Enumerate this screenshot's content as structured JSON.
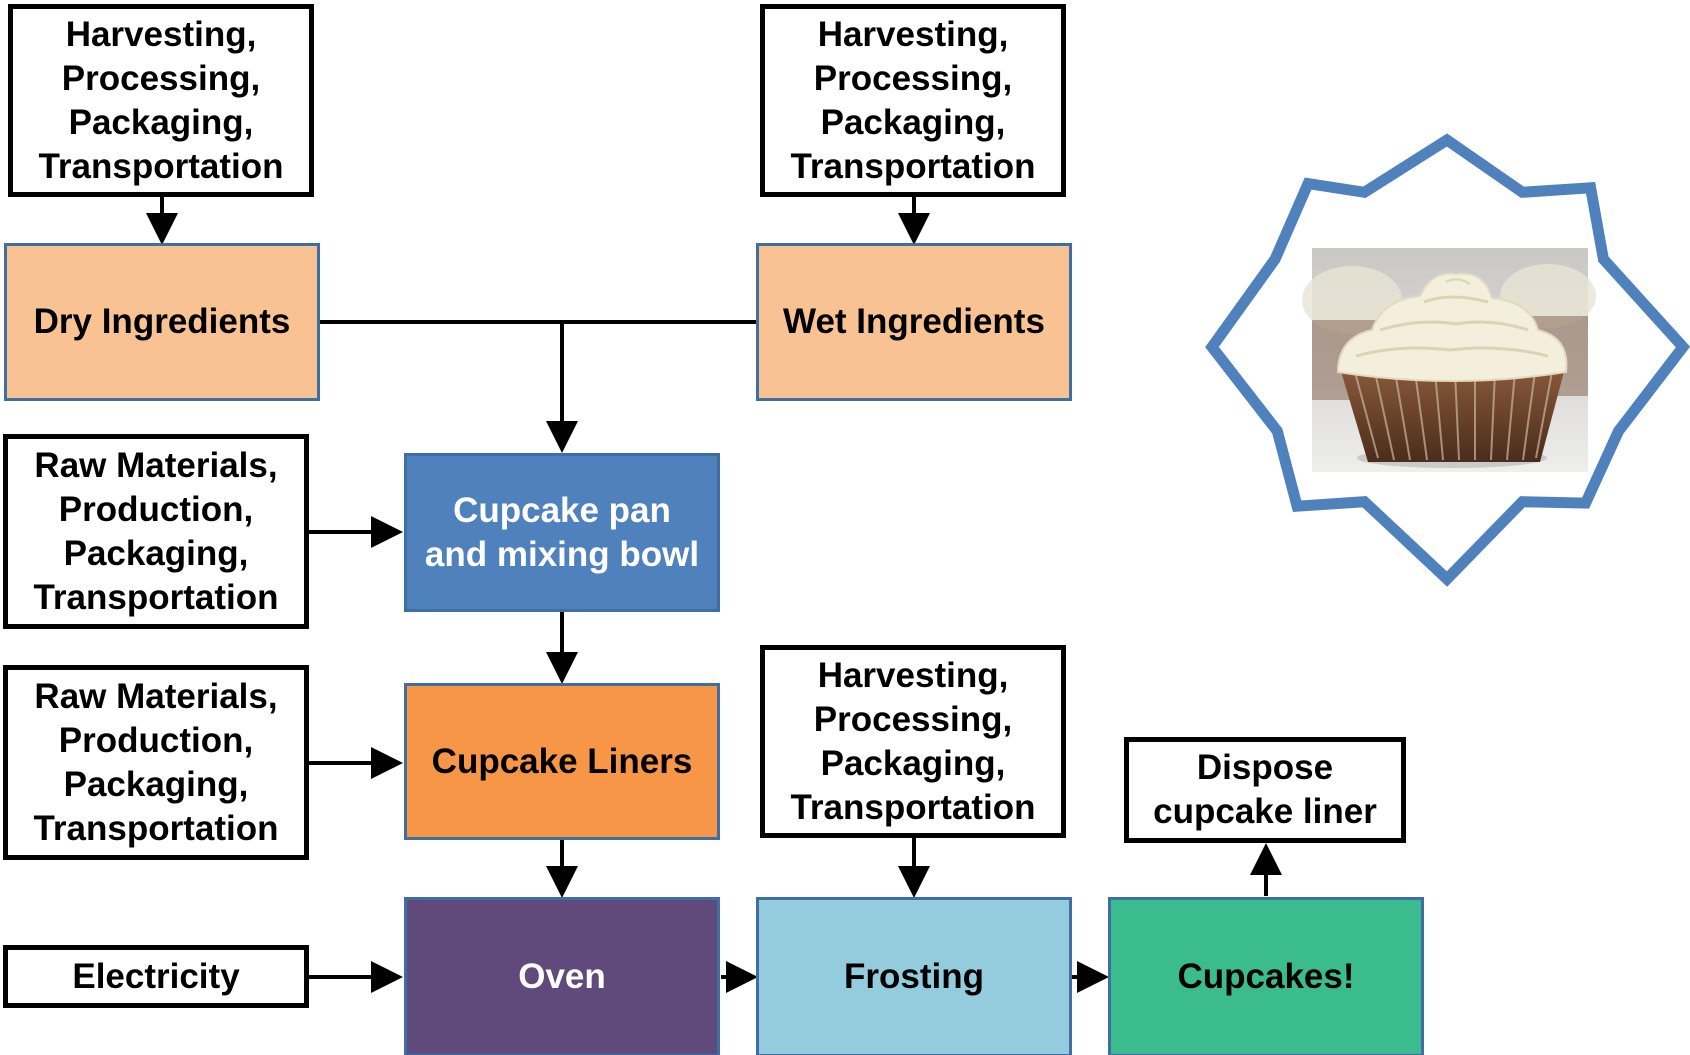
{
  "supply_inputs": {
    "dry_source": [
      "Harvesting,",
      "Processing,",
      "Packaging,",
      "Transportation"
    ],
    "wet_source": [
      "Harvesting,",
      "Processing,",
      "Packaging,",
      "Transportation"
    ],
    "pan_source": [
      "Raw Materials,",
      "Production,",
      "Packaging,",
      "Transportation"
    ],
    "liner_source": [
      "Raw Materials,",
      "Production,",
      "Packaging,",
      "Transportation"
    ],
    "frosting_source": [
      "Harvesting,",
      "Processing,",
      "Packaging,",
      "Transportation"
    ],
    "electricity": "Electricity"
  },
  "process_nodes": {
    "dry_ingredients": "Dry Ingredients",
    "wet_ingredients": "Wet Ingredients",
    "pan_and_bowl": [
      "Cupcake pan",
      "and mixing bowl"
    ],
    "cupcake_liners": "Cupcake Liners",
    "oven": "Oven",
    "frosting": "Frosting",
    "cupcakes": "Cupcakes!",
    "dispose": [
      "Dispose",
      "cupcake liner"
    ]
  },
  "colors": {
    "dry_ingredients": "#f9c293",
    "wet_ingredients": "#f9c293",
    "pan_and_bowl": "#4f81bd",
    "cupcake_liners": "#f79646",
    "oven": "#604a7b",
    "frosting": "#93cddd",
    "cupcakes": "#3bbc8e",
    "star_outline": "#4f81bd",
    "node_border": "#3f6ea3"
  },
  "illustration": {
    "subject": "photo of a cupcake with white frosting inside a star-shaped frame"
  }
}
